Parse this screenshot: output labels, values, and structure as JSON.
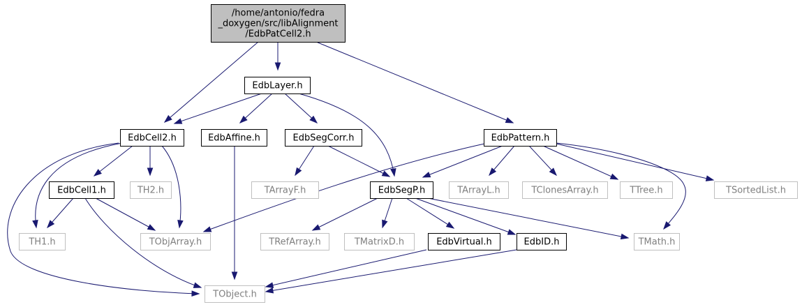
{
  "diagram": {
    "type": "include-dependency-graph",
    "colors": {
      "edge": "#191970",
      "root_fill": "#bfbfbf",
      "box_fill": "#ffffff",
      "box_border": "#000000",
      "external_border": "#bfbfbf",
      "external_text": "#808080",
      "text": "#000000"
    },
    "nodes": [
      {
        "id": "root",
        "label_lines": [
          "/home/antonio/fedra",
          "_doxygen/src/libAlignment",
          "/EdbPatCell2.h"
        ],
        "kind": "root"
      },
      {
        "id": "EdbLayer",
        "label_lines": [
          "EdbLayer.h"
        ],
        "kind": "documented"
      },
      {
        "id": "EdbCell2",
        "label_lines": [
          "EdbCell2.h"
        ],
        "kind": "documented"
      },
      {
        "id": "EdbAffine",
        "label_lines": [
          "EdbAffine.h"
        ],
        "kind": "documented"
      },
      {
        "id": "EdbSegCorr",
        "label_lines": [
          "EdbSegCorr.h"
        ],
        "kind": "documented"
      },
      {
        "id": "EdbPattern",
        "label_lines": [
          "EdbPattern.h"
        ],
        "kind": "documented"
      },
      {
        "id": "EdbCell1",
        "label_lines": [
          "EdbCell1.h"
        ],
        "kind": "documented"
      },
      {
        "id": "TH2",
        "label_lines": [
          "TH2.h"
        ],
        "kind": "external"
      },
      {
        "id": "TArrayF",
        "label_lines": [
          "TArrayF.h"
        ],
        "kind": "external"
      },
      {
        "id": "EdbSegP",
        "label_lines": [
          "EdbSegP.h"
        ],
        "kind": "documented"
      },
      {
        "id": "TArrayL",
        "label_lines": [
          "TArrayL.h"
        ],
        "kind": "external"
      },
      {
        "id": "TClonesArray",
        "label_lines": [
          "TClonesArray.h"
        ],
        "kind": "external"
      },
      {
        "id": "TTree",
        "label_lines": [
          "TTree.h"
        ],
        "kind": "external"
      },
      {
        "id": "TSortedList",
        "label_lines": [
          "TSortedList.h"
        ],
        "kind": "external"
      },
      {
        "id": "TH1",
        "label_lines": [
          "TH1.h"
        ],
        "kind": "external"
      },
      {
        "id": "TObjArray",
        "label_lines": [
          "TObjArray.h"
        ],
        "kind": "external"
      },
      {
        "id": "TRefArray",
        "label_lines": [
          "TRefArray.h"
        ],
        "kind": "external"
      },
      {
        "id": "TMatrixD",
        "label_lines": [
          "TMatrixD.h"
        ],
        "kind": "external"
      },
      {
        "id": "EdbVirtual",
        "label_lines": [
          "EdbVirtual.h"
        ],
        "kind": "documented"
      },
      {
        "id": "EdbID",
        "label_lines": [
          "EdbID.h"
        ],
        "kind": "documented"
      },
      {
        "id": "TMath",
        "label_lines": [
          "TMath.h"
        ],
        "kind": "external"
      },
      {
        "id": "TObject",
        "label_lines": [
          "TObject.h"
        ],
        "kind": "external"
      }
    ],
    "edges": [
      {
        "from": "root",
        "to": "EdbCell2"
      },
      {
        "from": "root",
        "to": "EdbLayer"
      },
      {
        "from": "root",
        "to": "EdbPattern"
      },
      {
        "from": "EdbLayer",
        "to": "EdbCell2"
      },
      {
        "from": "EdbLayer",
        "to": "EdbAffine"
      },
      {
        "from": "EdbLayer",
        "to": "EdbSegCorr"
      },
      {
        "from": "EdbLayer",
        "to": "EdbSegP"
      },
      {
        "from": "EdbCell2",
        "to": "EdbCell1"
      },
      {
        "from": "EdbCell2",
        "to": "TH2"
      },
      {
        "from": "EdbCell2",
        "to": "TH1"
      },
      {
        "from": "EdbCell2",
        "to": "TObjArray"
      },
      {
        "from": "EdbCell2",
        "to": "TObject"
      },
      {
        "from": "EdbAffine",
        "to": "TObject"
      },
      {
        "from": "EdbSegCorr",
        "to": "TArrayF"
      },
      {
        "from": "EdbSegCorr",
        "to": "EdbSegP"
      },
      {
        "from": "EdbPattern",
        "to": "EdbSegP"
      },
      {
        "from": "EdbPattern",
        "to": "TObjArray"
      },
      {
        "from": "EdbPattern",
        "to": "TArrayL"
      },
      {
        "from": "EdbPattern",
        "to": "TClonesArray"
      },
      {
        "from": "EdbPattern",
        "to": "TTree"
      },
      {
        "from": "EdbPattern",
        "to": "TSortedList"
      },
      {
        "from": "EdbPattern",
        "to": "TMath"
      },
      {
        "from": "EdbCell1",
        "to": "TH1"
      },
      {
        "from": "EdbCell1",
        "to": "TObjArray"
      },
      {
        "from": "EdbCell1",
        "to": "TObject"
      },
      {
        "from": "EdbSegP",
        "to": "TRefArray"
      },
      {
        "from": "EdbSegP",
        "to": "TMatrixD"
      },
      {
        "from": "EdbSegP",
        "to": "EdbVirtual"
      },
      {
        "from": "EdbSegP",
        "to": "EdbID"
      },
      {
        "from": "EdbSegP",
        "to": "TMath"
      },
      {
        "from": "EdbVirtual",
        "to": "TObject"
      },
      {
        "from": "EdbID",
        "to": "TObject"
      }
    ]
  }
}
